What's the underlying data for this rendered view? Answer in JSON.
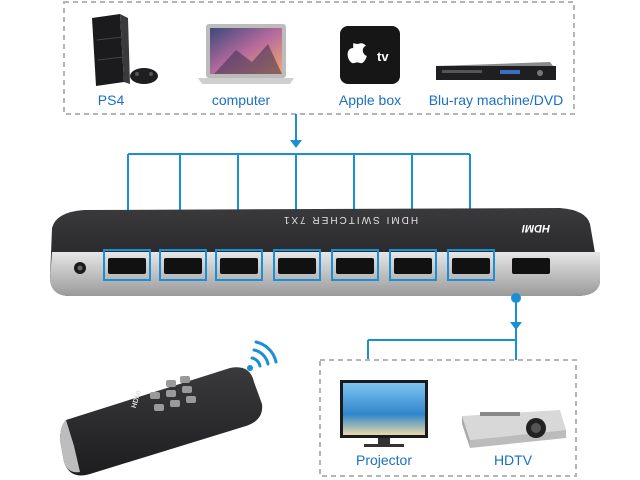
{
  "sources": [
    {
      "id": "ps4",
      "label": "PS4"
    },
    {
      "id": "computer",
      "label": "computer"
    },
    {
      "id": "apple-box",
      "label": "Apple box"
    },
    {
      "id": "bluray",
      "label": "Blu-ray machine/DVD"
    }
  ],
  "apple_box_text": "tv",
  "switcher": {
    "title": "HDMI SWITCHER 7X1",
    "brand": "HDMI",
    "port_count_in": 7
  },
  "remote": {
    "brand": "HDMI"
  },
  "outputs": [
    {
      "id": "projector",
      "label": "Projector"
    },
    {
      "id": "hdtv",
      "label": "HDTV"
    }
  ],
  "colors": {
    "accent": "#1a8fd6",
    "label": "#1a6fc4",
    "dash_border": "#b5b5b5",
    "device_body": "#2a2a2c",
    "device_trim": "#c8c8c8"
  }
}
